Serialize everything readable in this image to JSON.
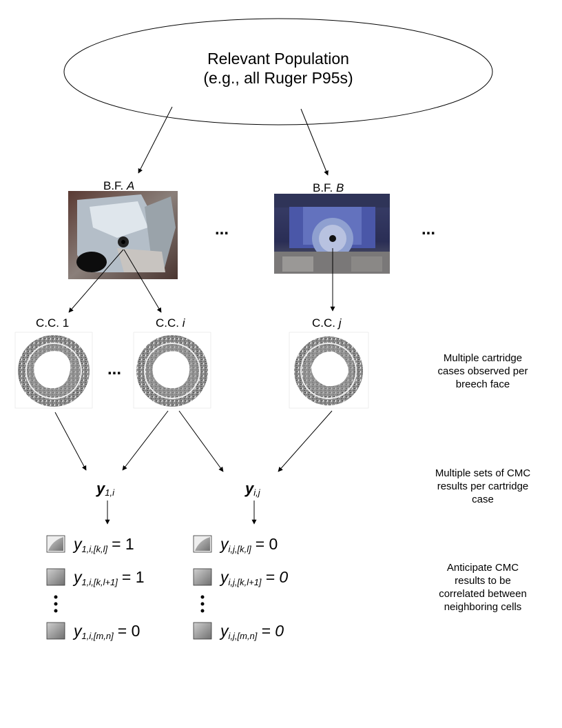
{
  "population": {
    "line1": "Relevant Population",
    "line2": "(e.g., all Ruger P95s)"
  },
  "breech_faces": [
    {
      "prefix": "B.F. ",
      "letter": "A"
    },
    {
      "prefix": "B.F. ",
      "letter": "B"
    }
  ],
  "ellipsis": "...",
  "cartridge_cases": [
    {
      "prefix": "C.C. ",
      "index": "1",
      "italic": false
    },
    {
      "prefix": "C.C. ",
      "index": "i",
      "italic": true
    },
    {
      "prefix": "C.C. ",
      "index": "j",
      "italic": true
    }
  ],
  "cmc_vectors": [
    {
      "symbol": "y",
      "sub": "1,i"
    },
    {
      "symbol": "y",
      "sub": "i,j"
    }
  ],
  "cell_results": {
    "left": [
      {
        "symbol": "y",
        "sub": "1,i,[k,l]",
        "rhs": "= 1"
      },
      {
        "symbol": "y",
        "sub": "1,i,[k,l+1]",
        "rhs": "= 1"
      },
      {
        "symbol": "y",
        "sub": "1,i,[m,n]",
        "rhs": "= 0"
      }
    ],
    "right": [
      {
        "symbol": "y",
        "sub": "i,j,[k,l]",
        "rhs": "= 0"
      },
      {
        "symbol": "y",
        "sub": "i,j,[k,l+1]",
        "rhs": "= 0"
      },
      {
        "symbol": "y",
        "sub": "i,j,[m,n]",
        "rhs": "= 0"
      }
    ]
  },
  "notes": {
    "cartridge": [
      "Multiple cartridge",
      "cases observed per",
      "breech face"
    ],
    "cmc": [
      "Multiple sets of CMC",
      "results per cartridge",
      "case"
    ],
    "correlation": [
      "Anticipate CMC",
      "results to be",
      "correlated between",
      "neighboring cells"
    ]
  }
}
